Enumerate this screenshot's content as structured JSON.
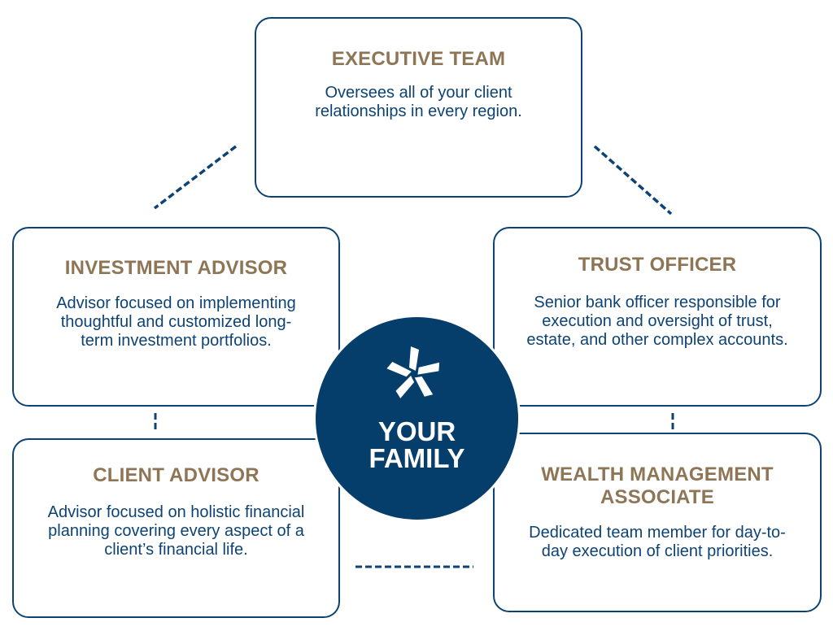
{
  "colors": {
    "navy": "#053d6b",
    "border": "#0d4374",
    "gold": "#8e7555",
    "white": "#ffffff"
  },
  "center": {
    "logo_icon": "pinwheel-star-icon",
    "line1": "YOUR",
    "line2": "FAMILY"
  },
  "roles": {
    "executive": {
      "title": "EXECUTIVE TEAM",
      "description": "Oversees all of your client relationships in every region."
    },
    "investment": {
      "title": "INVESTMENT ADVISOR",
      "description": "Advisor focused on implementing thoughtful and customized long-term investment portfolios."
    },
    "trust": {
      "title": "TRUST OFFICER",
      "description": "Senior bank officer responsible for execution and oversight of trust, estate, and other complex accounts."
    },
    "client": {
      "title": "CLIENT ADVISOR",
      "description": "Advisor focused on holistic financial planning covering every aspect of a client’s financial life."
    },
    "wealth": {
      "title": "WEALTH MANAGEMENT ASSOCIATE",
      "description": "Dedicated team member for day-to-day execution of client priorities."
    }
  }
}
